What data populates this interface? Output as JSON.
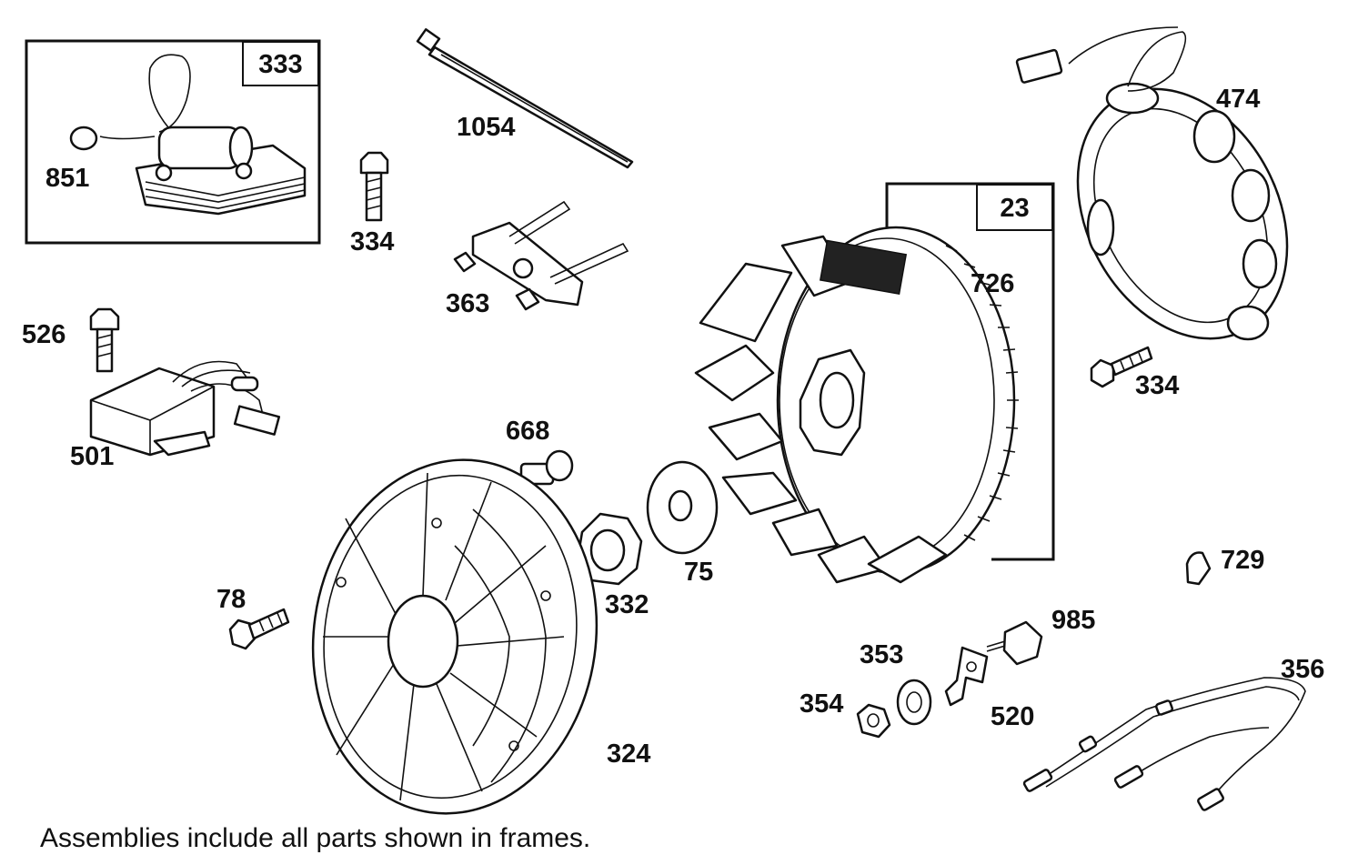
{
  "caption": "Assemblies include all parts shown in frames.",
  "frames": [
    {
      "id": "333"
    },
    {
      "id": "23"
    }
  ],
  "labels": {
    "p851": "851",
    "p1054": "1054",
    "p334a": "334",
    "p363": "363",
    "p474": "474",
    "p726": "726",
    "p334b": "334",
    "p526": "526",
    "p501": "501",
    "p668": "668",
    "p75": "75",
    "p332": "332",
    "p78": "78",
    "p324": "324",
    "p729": "729",
    "p985": "985",
    "p353": "353",
    "p354": "354",
    "p520": "520",
    "p356": "356"
  }
}
